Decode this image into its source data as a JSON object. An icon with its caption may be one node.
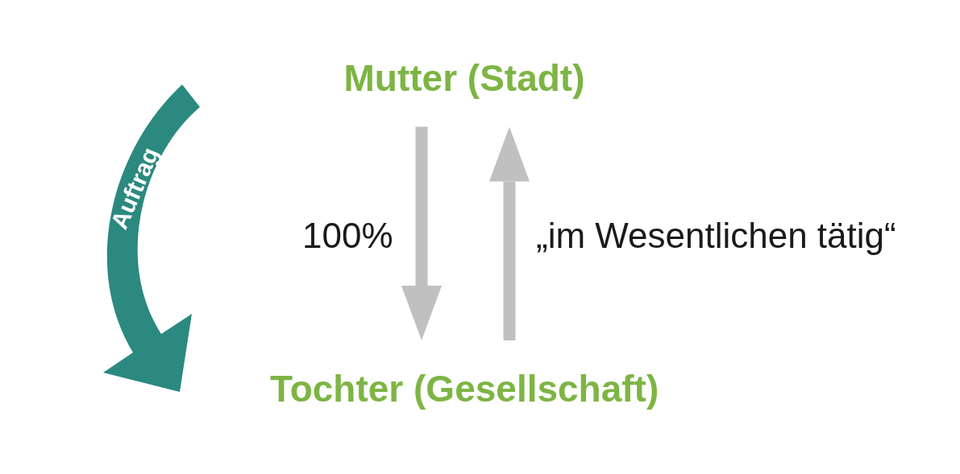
{
  "diagram": {
    "nodes": [
      {
        "text": [
          "Mutter (Stadt)"
        ]
      },
      {
        "text": [
          "Tochter (Gesellschaft)"
        ]
      }
    ],
    "edges": [
      {
        "from": 0,
        "to": 1,
        "arrow": "to",
        "label": "100%"
      },
      {
        "from": 1,
        "to": 0,
        "arrow": "to",
        "label": "„im Wesentlichen tätig“"
      }
    ],
    "labels": [
      "Auftrag"
    ]
  }
}
